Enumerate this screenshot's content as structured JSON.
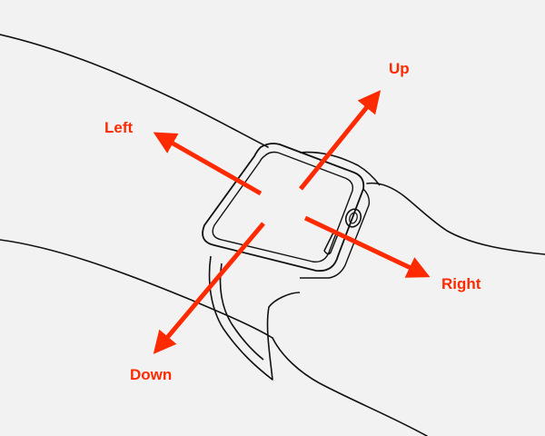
{
  "labels": {
    "up": "Up",
    "left": "Left",
    "right": "Right",
    "down": "Down"
  },
  "colors": {
    "arrow": "#ff2a00",
    "outline": "#111111",
    "background": "#f2f2f2"
  },
  "icons": {
    "device": "smartwatch-icon"
  }
}
